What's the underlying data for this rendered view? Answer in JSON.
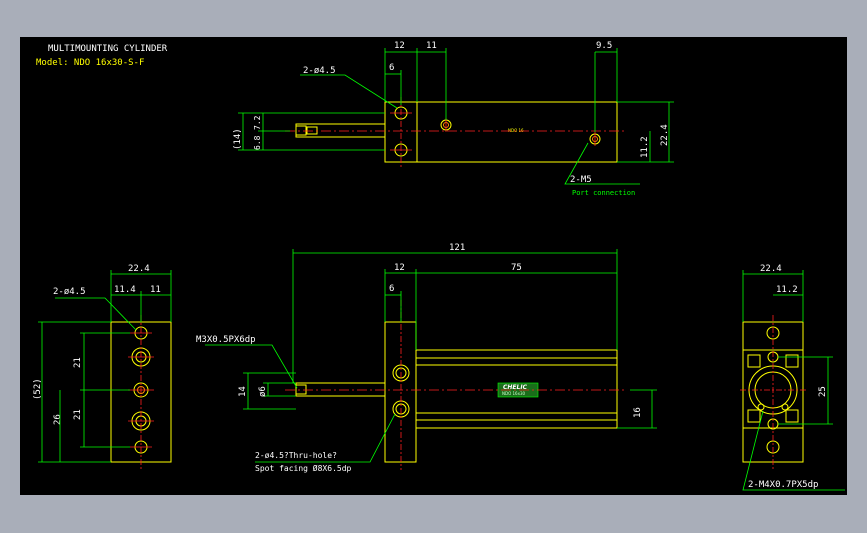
{
  "title": {
    "line1": "MULTIMOUNTING CYLINDER",
    "line2": "Model: NDO 16x30-S-F"
  },
  "top_view": {
    "dims": {
      "d12": "12",
      "d11": "11",
      "d6": "6",
      "d9_5": "9.5",
      "d14": "(14)",
      "d6_8": "6.8",
      "d7_2": "7.2",
      "d11_2": "11.2",
      "d22_4": "22.4"
    },
    "callouts": {
      "holes": "2-ø4.5",
      "port": "2-M5",
      "port_note": "Port connection"
    }
  },
  "front_view": {
    "dims": {
      "d121": "121",
      "d12": "12",
      "d75": "75",
      "d6": "6",
      "d14": "14",
      "dphi6": "ø6",
      "d16": "16"
    },
    "callouts": {
      "rod_thread": "M3X0.5PX6dp",
      "holes": "2-ø4.5?Thru-hole?",
      "spot": "Spot facing Ø8X6.5dp"
    },
    "label_brand": "CHELIC",
    "label_sub": "NDO 16x30"
  },
  "left_view": {
    "dims": {
      "d22_4": "22.4",
      "d11_4": "11.4",
      "d11": "11",
      "d52": "(52)",
      "d21a": "21",
      "d21b": "21",
      "d26": "26"
    },
    "callouts": {
      "holes": "2-ø4.5"
    }
  },
  "right_view": {
    "dims": {
      "d22_4": "22.4",
      "d11_2": "11.2",
      "d25": "25"
    },
    "callouts": {
      "threads": "2-M4X0.7PX5dp"
    }
  },
  "colors": {
    "outline": "#ffff00",
    "dimension": "#00ff00",
    "centerline": "#ff2020",
    "text": "#ffffff",
    "background": "#000000"
  }
}
